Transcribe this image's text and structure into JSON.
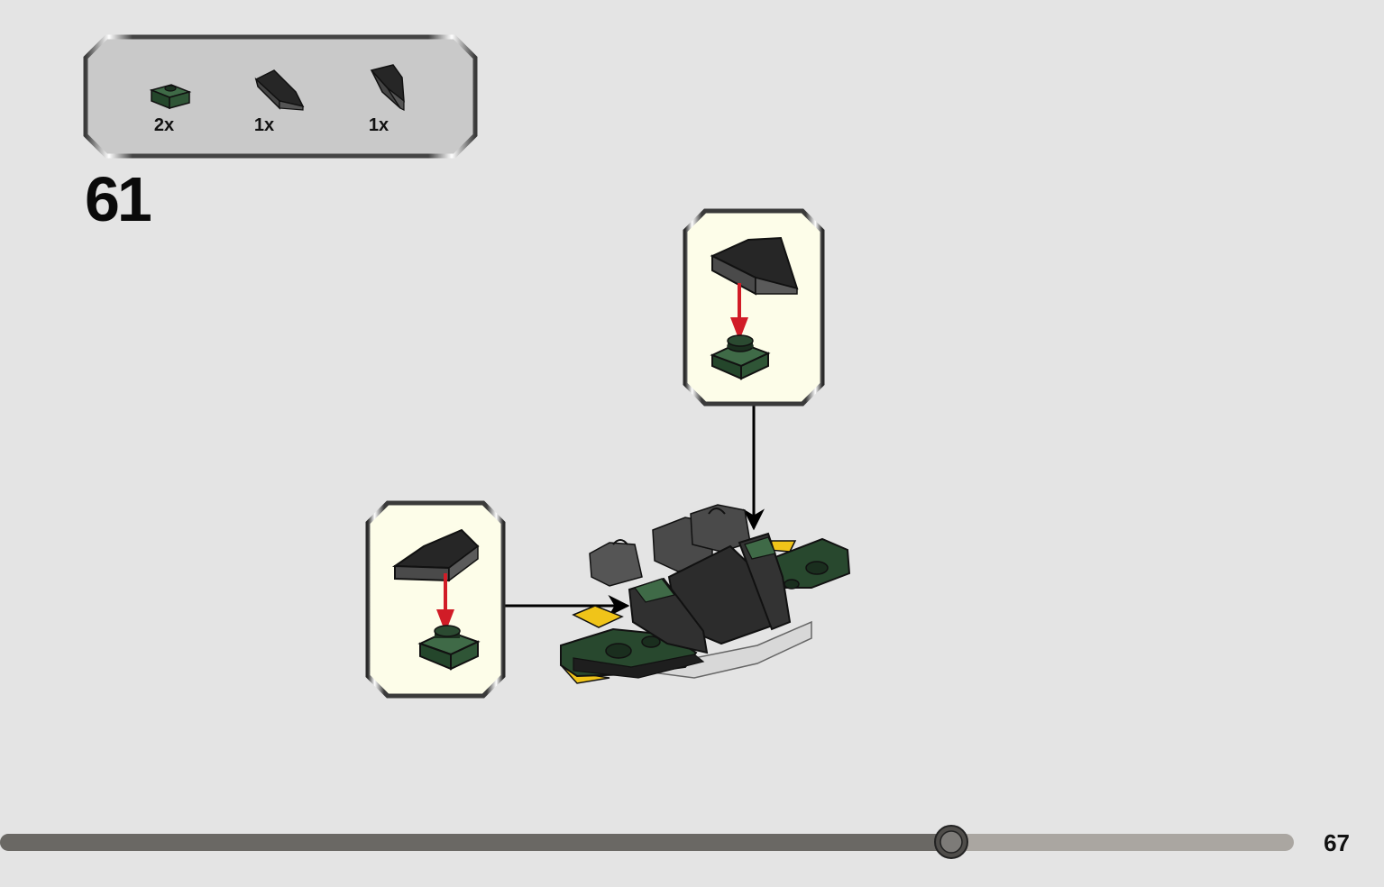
{
  "page": {
    "background": "#e4e4e4",
    "accent_arrow_red": "#d11c27",
    "callout_fill": "#fdfde9",
    "parts_box_fill": "#c9c9c9"
  },
  "parts_list": {
    "items": [
      {
        "quantity": "2x",
        "icon": "green-plate-1x1-icon"
      },
      {
        "quantity": "1x",
        "icon": "black-wedge-left-icon"
      },
      {
        "quantity": "1x",
        "icon": "black-wedge-right-icon"
      }
    ]
  },
  "step": {
    "number": "61",
    "callouts": [
      {
        "name": "callout-top",
        "icon": "black-wedge-on-green-plate-icon"
      },
      {
        "name": "callout-left",
        "icon": "black-wedge-on-green-plate-icon"
      }
    ]
  },
  "progress": {
    "value": 0.735,
    "fill_color": "#6a6864",
    "track_color": "#aaa6a1",
    "knob_color": "#7d7b78"
  },
  "page_number": "67"
}
